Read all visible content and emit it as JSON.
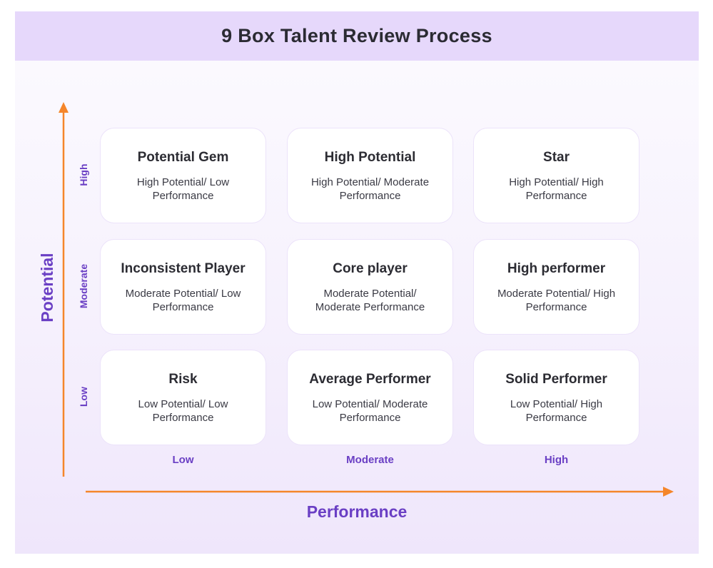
{
  "header": {
    "title": "9 Box Talent Review Process"
  },
  "axes": {
    "y_title": "Potential",
    "x_title": "Performance",
    "y_levels": {
      "high": "High",
      "moderate": "Moderate",
      "low": "Low"
    },
    "x_levels": {
      "low": "Low",
      "moderate": "Moderate",
      "high": "High"
    },
    "arrow_color": "#f5862a",
    "label_color": "#6a3fc4"
  },
  "grid": {
    "top_left": {
      "title": "Potential Gem",
      "desc": "High Potential/ Low Performance"
    },
    "top_mid": {
      "title": "High Potential",
      "desc": "High Potential/ Moderate Performance"
    },
    "top_right": {
      "title": "Star",
      "desc": "High Potential/ High Performance"
    },
    "mid_left": {
      "title": "Inconsistent Player",
      "desc": "Moderate Potential/ Low Performance"
    },
    "mid_mid": {
      "title": "Core player",
      "desc": "Moderate Potential/ Moderate Performance"
    },
    "mid_right": {
      "title": "High performer",
      "desc": "Moderate Potential/ High Performance"
    },
    "bot_left": {
      "title": "Risk",
      "desc": "Low Potential/ Low Performance"
    },
    "bot_mid": {
      "title": "Average Performer",
      "desc": "Low Potential/ Moderate Performance"
    },
    "bot_right": {
      "title": "Solid Performer",
      "desc": "Low Potential/ High Performance"
    }
  }
}
